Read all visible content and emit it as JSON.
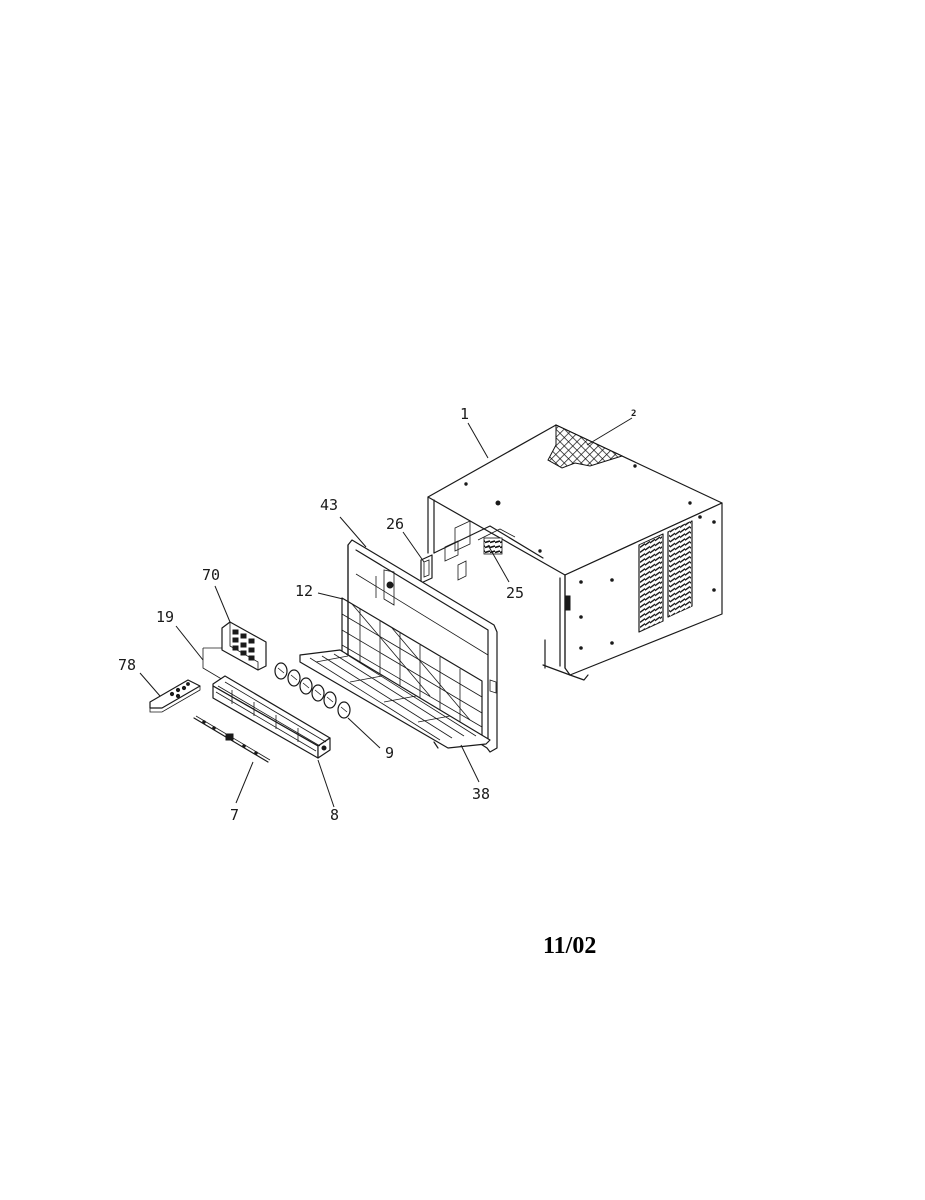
{
  "diagram": {
    "part_labels": {
      "p1": "1",
      "p2": "2",
      "p43": "43",
      "p26": "26",
      "p25": "25",
      "p12": "12",
      "p70": "70",
      "p19": "19",
      "p78": "78",
      "p9": "9",
      "p38": "38",
      "p7": "7",
      "p8": "8"
    },
    "date_code": "11/02"
  }
}
